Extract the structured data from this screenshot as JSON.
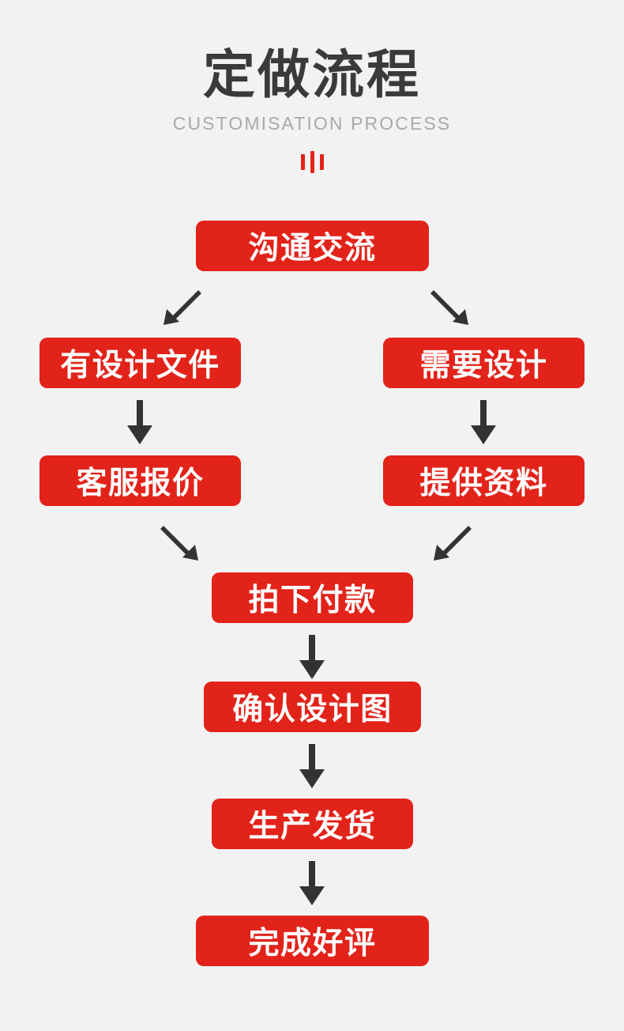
{
  "header": {
    "title": "定做流程",
    "subtitle": "CUSTOMISATION PROCESS",
    "decoration": "three-bars-icon"
  },
  "colors": {
    "background": "#f2f2f2",
    "box_red": "#e2231a",
    "title_dark": "#3a3a3a",
    "subtitle_gray": "#a9a9a9",
    "arrow_dark": "#333333",
    "box_text": "#ffffff"
  },
  "flow": {
    "nodes": [
      {
        "id": "communication",
        "label": "沟通交流",
        "row": 1,
        "column": "center"
      },
      {
        "id": "has-design-file",
        "label": "有设计文件",
        "row": 2,
        "column": "left"
      },
      {
        "id": "need-design",
        "label": "需要设计",
        "row": 2,
        "column": "right"
      },
      {
        "id": "service-quote",
        "label": "客服报价",
        "row": 3,
        "column": "left"
      },
      {
        "id": "provide-materials",
        "label": "提供资料",
        "row": 3,
        "column": "right"
      },
      {
        "id": "place-order-payment",
        "label": "拍下付款",
        "row": 4,
        "column": "center"
      },
      {
        "id": "confirm-design-draft",
        "label": "确认设计图",
        "row": 5,
        "column": "center"
      },
      {
        "id": "production-shipping",
        "label": "生产发货",
        "row": 6,
        "column": "center"
      },
      {
        "id": "complete-review",
        "label": "完成好评",
        "row": 7,
        "column": "center"
      }
    ],
    "connectors": [
      {
        "id": "c1",
        "from": "communication",
        "to": "has-design-file",
        "direction": "down-left"
      },
      {
        "id": "c2",
        "from": "communication",
        "to": "need-design",
        "direction": "down-right"
      },
      {
        "id": "c3",
        "from": "has-design-file",
        "to": "service-quote",
        "direction": "down"
      },
      {
        "id": "c4",
        "from": "need-design",
        "to": "provide-materials",
        "direction": "down"
      },
      {
        "id": "c5",
        "from": "service-quote",
        "to": "place-order-payment",
        "direction": "down-right"
      },
      {
        "id": "c6",
        "from": "provide-materials",
        "to": "place-order-payment",
        "direction": "down-left"
      },
      {
        "id": "c7",
        "from": "place-order-payment",
        "to": "confirm-design-draft",
        "direction": "down"
      },
      {
        "id": "c8",
        "from": "confirm-design-draft",
        "to": "production-shipping",
        "direction": "down"
      },
      {
        "id": "c9",
        "from": "production-shipping",
        "to": "complete-review",
        "direction": "down"
      }
    ]
  }
}
